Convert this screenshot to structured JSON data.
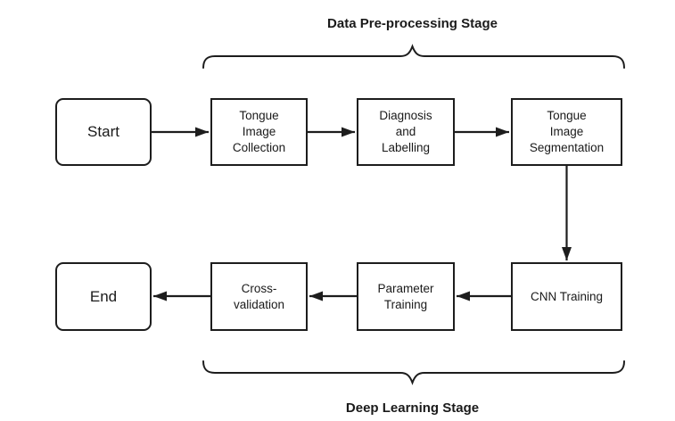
{
  "diagram": {
    "stages": {
      "top": {
        "label": "Data Pre-processing Stage"
      },
      "bottom": {
        "label": "Deep Learning Stage"
      }
    },
    "nodes": {
      "start": {
        "label": "Start"
      },
      "tongue_image_collection": {
        "label": [
          "Tongue",
          "Image",
          "Collection"
        ]
      },
      "diagnosis_and_labelling": {
        "label": [
          "Diagnosis",
          "and",
          "Labelling"
        ]
      },
      "tongue_image_segmentation": {
        "label": [
          "Tongue",
          "Image",
          "Segmentation"
        ]
      },
      "cnn_training": {
        "label": "CNN Training"
      },
      "parameter_training": {
        "label": [
          "Parameter",
          "Training"
        ]
      },
      "cross_validation": {
        "label": [
          "Cross-",
          "validation"
        ]
      },
      "end": {
        "label": "End"
      }
    },
    "flow_top_row": [
      "start",
      "tongue_image_collection",
      "diagnosis_and_labelling",
      "tongue_image_segmentation"
    ],
    "flow_bottom_row": [
      "cnn_training",
      "parameter_training",
      "cross_validation",
      "end"
    ],
    "colors": {
      "line": "#1d1d1d",
      "text": "#1a1a1a",
      "background": "#ffffff"
    }
  }
}
